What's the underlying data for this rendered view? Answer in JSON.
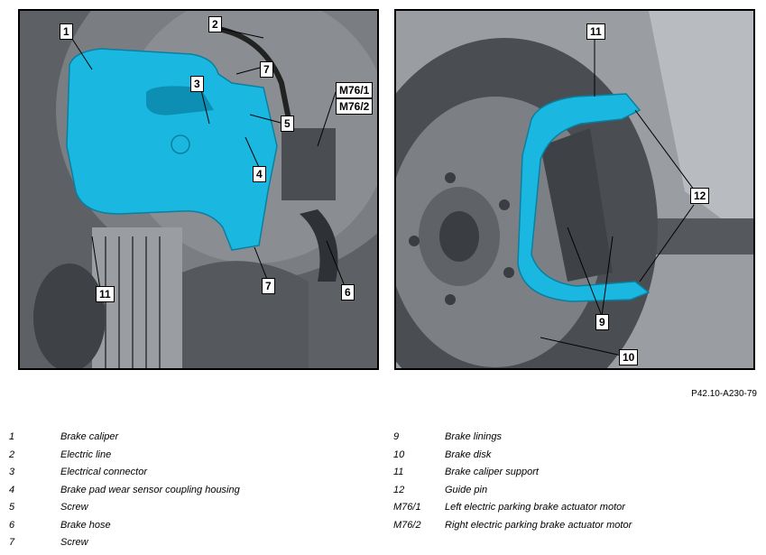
{
  "figure_id": "P42.10-A230-79",
  "callouts_left": [
    "1",
    "2",
    "3",
    "7",
    "5",
    "M76/1",
    "M76/2",
    "4",
    "11",
    "7",
    "6"
  ],
  "callouts_right": [
    "11",
    "12",
    "9",
    "10"
  ],
  "legend_left": [
    {
      "num": "1",
      "text": "Brake caliper"
    },
    {
      "num": "2",
      "text": "Electric line"
    },
    {
      "num": "3",
      "text": "Electrical connector"
    },
    {
      "num": "4",
      "text": "Brake pad wear sensor coupling housing"
    },
    {
      "num": "5",
      "text": "Screw"
    },
    {
      "num": "6",
      "text": "Brake hose"
    },
    {
      "num": "7",
      "text": "Screw"
    }
  ],
  "legend_right": [
    {
      "num": "9",
      "text": "Brake linings"
    },
    {
      "num": "10",
      "text": "Brake disk"
    },
    {
      "num": "11",
      "text": "Brake caliper support"
    },
    {
      "num": "12",
      "text": "Guide pin"
    },
    {
      "num": "M76/1",
      "text": "Left electric parking brake actuator motor"
    },
    {
      "num": "M76/2",
      "text": "Right electric parking brake actuator motor"
    }
  ],
  "colors": {
    "highlight": "#1ab8e0",
    "metal_dark": "#3e4247",
    "metal_mid": "#6f7378",
    "metal_light": "#a5a9ad"
  }
}
